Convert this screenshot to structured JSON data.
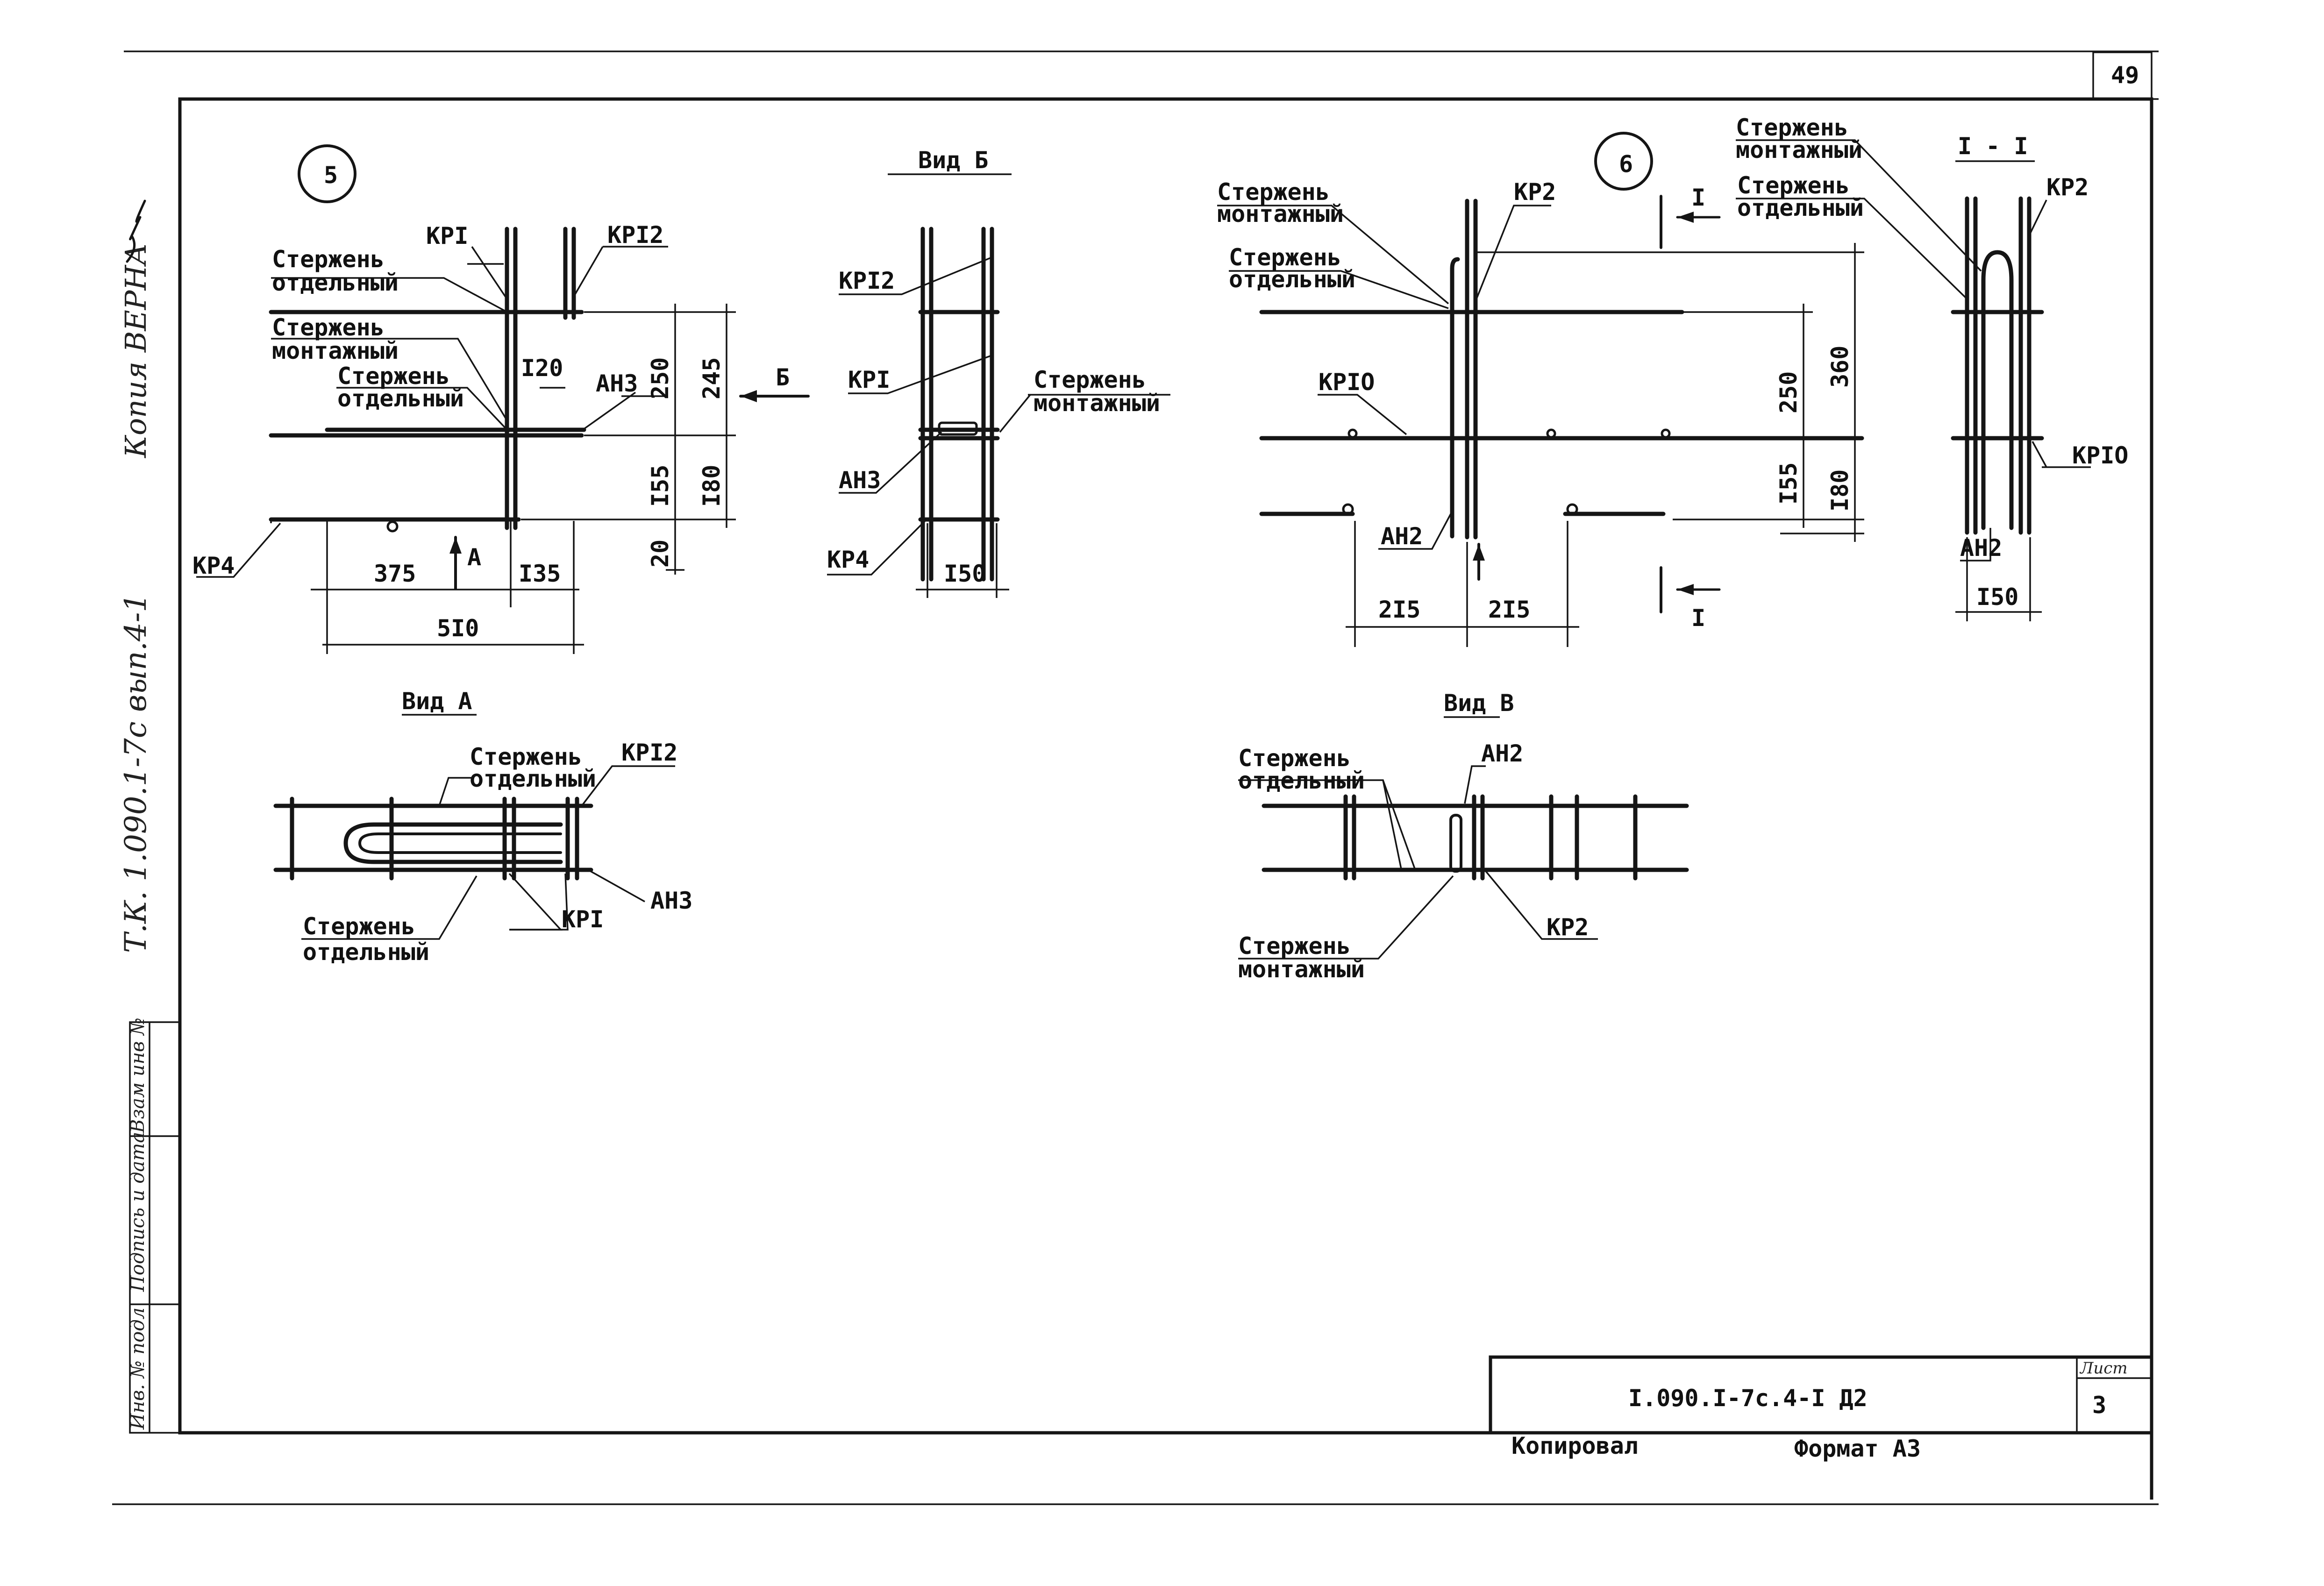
{
  "sheet": {
    "page_number": "49",
    "doc_code": "I.090.I-7c.4-I Д2",
    "sheet_label": "Лист",
    "sheet_no": "3",
    "copied_by": "Копировал",
    "format": "Формат А3"
  },
  "margin_stamp": {
    "copy_text": "Копия ВЕРНА",
    "series_text": "Т.К. 1.090.1-7с вып.4-1",
    "cells": [
      "Взам инв №",
      "Подпись и дата",
      "Инв. № подл"
    ]
  },
  "diagram": {
    "nodes": [
      {
        "id": "n5",
        "label": "5"
      },
      {
        "id": "n6",
        "label": "6"
      }
    ],
    "views": [
      {
        "id": "vb",
        "title": "Вид Б"
      },
      {
        "id": "va",
        "title": "Вид А"
      },
      {
        "id": "vv",
        "title": "Вид В"
      },
      {
        "id": "sec",
        "title": "I - I"
      }
    ],
    "labels": {
      "n5_kp1": "КРI",
      "n5_kp12": "КРI2",
      "n5_sterzhen_1": "Стержень",
      "n5_otd_1": "отдельный",
      "n5_sterzhen_2": "Стержень",
      "n5_mont_2": "монтажный",
      "n5_sterzhen_3": "Стержень",
      "n5_otd_3": "отдельный",
      "n5_an3": "АН3",
      "n5_kp4": "КР4",
      "n5_arrow_a": "А",
      "n5_arrow_b": "Б",
      "vb_kp12": "КРI2",
      "vb_kp1": "КРI",
      "vb_an3": "АН3",
      "vb_kp4": "КР4",
      "vb_sterzhen": "Стержень",
      "vb_mont": "монтажный",
      "va_sterzhen_1": "Стержень",
      "va_otd_1": "отдельный",
      "va_kp12": "КРI2",
      "va_an3": "АН3",
      "va_kp1": "КРI",
      "va_sterzhen_2": "Стержень",
      "va_otd_2": "отдельный",
      "n6_sterzhen_1": "Стержень",
      "n6_mont_1": "монтажный",
      "n6_kp2": "КР2",
      "n6_sterzhen_2": "Стержень",
      "n6_otd_2": "отдельный",
      "n6_kp10": "КРIО",
      "n6_an2": "АН2",
      "n6_cut_1": "I",
      "n6_cut_2": "I",
      "sec_sterzhen_1": "Стержень",
      "sec_mont_1": "монтажный",
      "sec_sterzhen_2": "Стержень",
      "sec_otd_2": "отдельный",
      "sec_kp2": "КР2",
      "sec_kp10": "КРIО",
      "sec_an2": "АН2",
      "vv_sterzhen_1": "Стержень",
      "vv_otd_1": "отдельный",
      "vv_an2": "АН2",
      "vv_kp2": "КР2",
      "vv_sterzhen_2": "Стержень",
      "vv_mont_2": "монтажный"
    },
    "dimensions": {
      "n5_120": "I20",
      "n5_250": "250",
      "n5_245": "245",
      "n5_155": "I55",
      "n5_180": "I80",
      "n5_20": "20",
      "n5_375": "375",
      "n5_135": "I35",
      "n5_510": "5I0",
      "vb_150": "I50",
      "n6_360": "360",
      "n6_250": "250",
      "n6_155": "I55",
      "n6_180": "I80",
      "n6_215a": "2I5",
      "n6_215b": "2I5",
      "sec_150": "I50"
    }
  }
}
